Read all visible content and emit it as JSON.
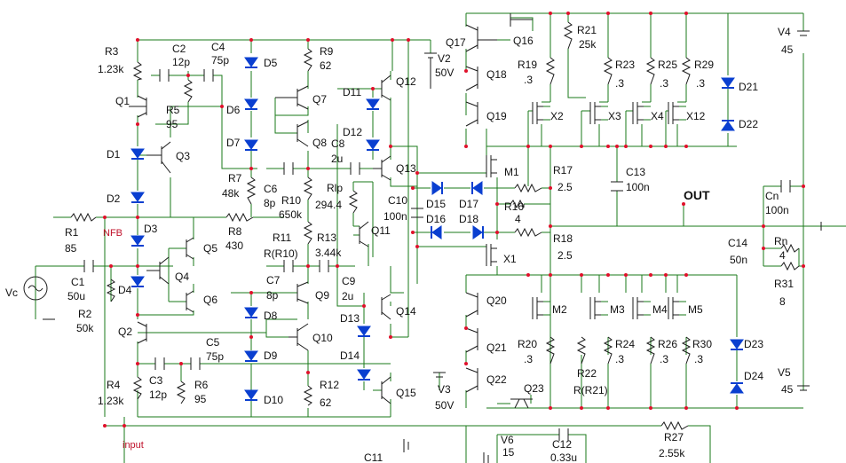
{
  "colors": {
    "wire": "#1a7a1a",
    "diode": "#0a3fd0",
    "node": "#e0102a",
    "component": "#1a1a1a"
  },
  "labels": {
    "R3": "R3",
    "R3v": "1.23k",
    "C2": "C2",
    "C2v": "12p",
    "C4": "C4",
    "C4v": "75p",
    "D5": "D5",
    "R9": "R9",
    "R9v": "62",
    "V2": "V2",
    "V2v": "50V",
    "Q17": "Q17",
    "Q16": "Q16",
    "R21": "R21",
    "R21v": "25k",
    "Q18": "Q18",
    "R19": "R19",
    "R19v": ".3",
    "R23": "R23",
    "R23v": ".3",
    "R25": "R25",
    "R25v": ".3",
    "R29": "R29",
    "R29v": ".3",
    "V4": "V4",
    "V4v": "45",
    "Q1": "Q1",
    "R5": "R5",
    "R5v": "95",
    "D6": "D6",
    "Q7": "Q7",
    "D11": "D11",
    "Q12": "Q12",
    "Q19": "Q19",
    "X2": "X2",
    "X3": "X3",
    "X4": "X4",
    "X12": "X12",
    "D21": "D21",
    "D22": "D22",
    "D1": "D1",
    "Q3": "Q3",
    "D7": "D7",
    "Q8": "Q8",
    "D12": "D12",
    "C8": "C8",
    "C8v": "2u",
    "Q13": "Q13",
    "M1": "M1",
    "R17": "R17",
    "R17v": "2.5",
    "C13": "C13",
    "C13v": "100n",
    "R7": "R7",
    "R7v": "48k",
    "C6": "C6",
    "C6v": "8p",
    "R10": "R10",
    "R10v": "650k",
    "Rlp": "Rlp",
    "Rlpv": "294.4",
    "C10": "C10",
    "C10v": "100n",
    "D15": "D15",
    "D17": "D17",
    "R16": "R16",
    "R16v": "4",
    "OUT": "OUT",
    "Cn": "Cn",
    "Cnv": "100n",
    "D2": "D2",
    "R1": "R1",
    "R1v": "85",
    "NFB": "NFB",
    "D3": "D3",
    "R8": "R8",
    "R8v": "430",
    "R11": "R11",
    "R11v": "R(R10)",
    "R13": "R13",
    "R13v": "3.44k",
    "Q11": "Q11",
    "D16": "D16",
    "D18": "D18",
    "R18": "R18",
    "R18v": "2.5",
    "C14": "C14",
    "C14v": "50n",
    "Rn": "Rn",
    "Rnv": "4",
    "Q5": "Q5",
    "X1": "X1",
    "R31": "R31",
    "R31v": "8",
    "Vc": "Vc",
    "C1": "C1",
    "C1v": "50u",
    "Q4": "Q4",
    "C7": "C7",
    "C7v": "8p",
    "Q9": "Q9",
    "C9": "C9",
    "C9v": "2u",
    "Q20": "Q20",
    "M2": "M2",
    "M3": "M3",
    "M4": "M4",
    "M5": "M5",
    "R2": "R2",
    "R2v": "50k",
    "D4": "D4",
    "Q6": "Q6",
    "D8": "D8",
    "D13": "D13",
    "Q14": "Q14",
    "Q2": "Q2",
    "Q10": "Q10",
    "D23": "D23",
    "C5": "C5",
    "C5v": "75p",
    "Q21": "Q21",
    "R20": "R20",
    "R20v": ".3",
    "R24": "R24",
    "R24v": ".3",
    "R26": "R26",
    "R26v": ".3",
    "R30": "R30",
    "R30v": ".3",
    "D9": "D9",
    "D14": "D14",
    "R22": "R22",
    "R22v": "R(R21)",
    "R4": "R4",
    "R4v": "1.23k",
    "C3": "C3",
    "C3v": "12p",
    "R6": "R6",
    "R6v": "95",
    "R12": "R12",
    "R12v": "62",
    "D10": "D10",
    "Q15": "Q15",
    "V3": "V3",
    "V3v": "50V",
    "Q22": "Q22",
    "Q23": "Q23",
    "D24": "D24",
    "V5": "V5",
    "V5v": "45",
    "input": "input",
    "R27": "R27",
    "R27v": "2.55k",
    "V6": "V6",
    "V6v": "15",
    "C12": "C12",
    "C12v": "0.33u",
    "C11": "C11"
  }
}
